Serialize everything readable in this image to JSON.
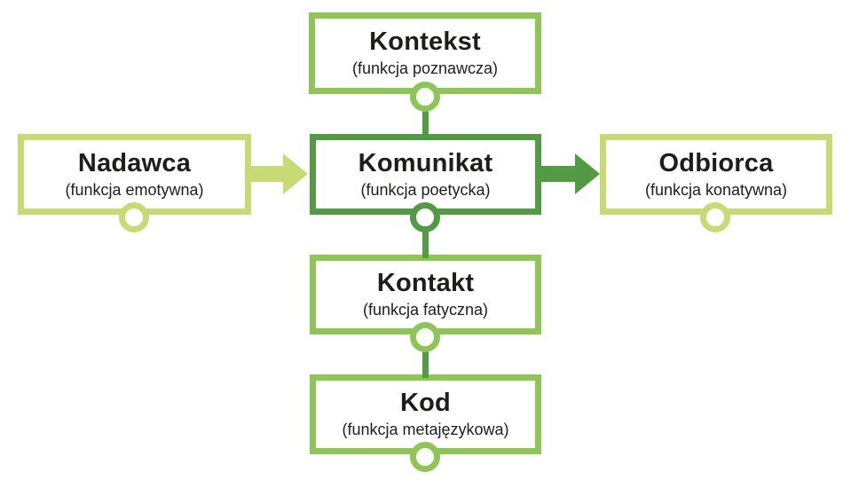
{
  "diagram": {
    "description": "Jakobson communication model (Polish)",
    "colors": {
      "light": "#c6db74",
      "medium": "#8dc656",
      "dark": "#529a43",
      "text": "#1d1d1b",
      "background": "#ffffff"
    },
    "nodes": [
      {
        "id": "kontekst",
        "label": "Kontekst",
        "sublabel": "(funkcja poznawcza)",
        "tone": "medium"
      },
      {
        "id": "nadawca",
        "label": "Nadawca",
        "sublabel": "(funkcja emotywna)",
        "tone": "light"
      },
      {
        "id": "komunikat",
        "label": "Komunikat",
        "sublabel": "(funkcja poetycka)",
        "tone": "dark"
      },
      {
        "id": "odbiorca",
        "label": "Odbiorca",
        "sublabel": "(funkcja konatywna)",
        "tone": "light"
      },
      {
        "id": "kontakt",
        "label": "Kontakt",
        "sublabel": "(funkcja fatyczna)",
        "tone": "medium"
      },
      {
        "id": "kod",
        "label": "Kod",
        "sublabel": "(funkcja metajęzykowa)",
        "tone": "medium"
      }
    ],
    "edges": [
      {
        "from": "nadawca",
        "to": "komunikat",
        "type": "arrow",
        "tone": "light"
      },
      {
        "from": "komunikat",
        "to": "odbiorca",
        "type": "arrow",
        "tone": "dark"
      },
      {
        "from": "kontekst",
        "to": "komunikat",
        "type": "line",
        "tone": "dark"
      },
      {
        "from": "komunikat",
        "to": "kontakt",
        "type": "line",
        "tone": "dark"
      },
      {
        "from": "kontakt",
        "to": "kod",
        "type": "line",
        "tone": "dark"
      }
    ]
  }
}
